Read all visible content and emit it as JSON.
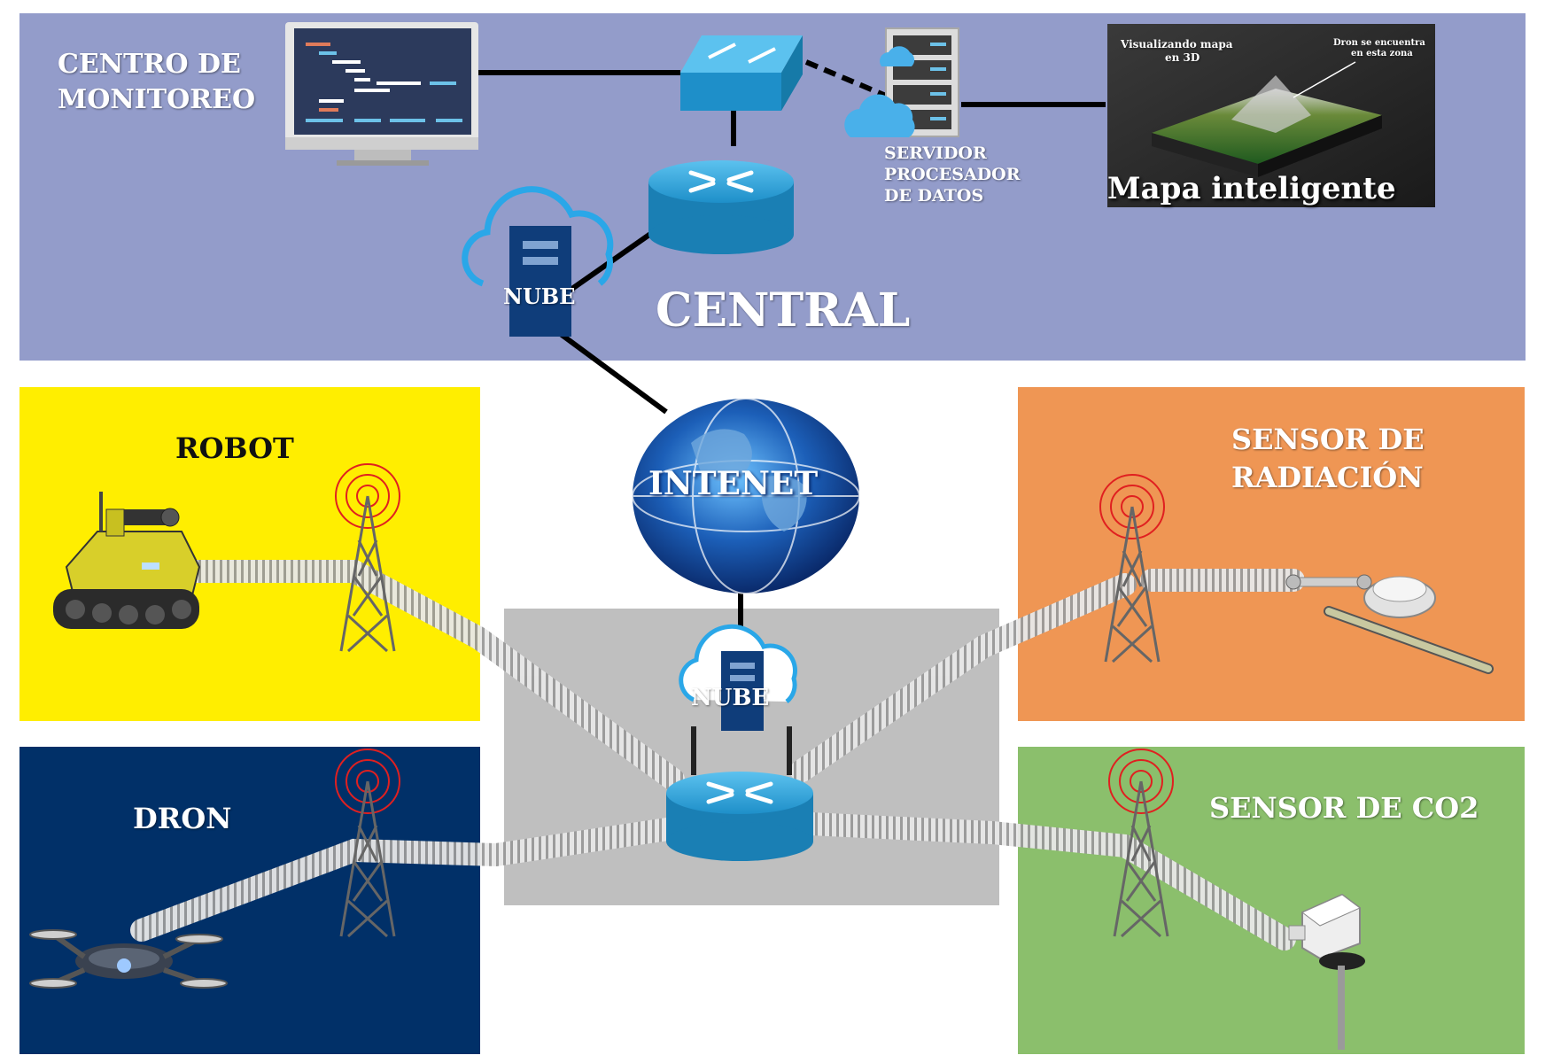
{
  "colors": {
    "central_bg": "#939cca",
    "robot_bg": "#ffee00",
    "dron_bg": "#013068",
    "radiacion_bg": "#ef9654",
    "co2_bg": "#8bbf6c",
    "hub_bg": "#bfbfbf",
    "device_blue": "#1e8fc9",
    "antenna_red": "#e02020"
  },
  "central": {
    "title": "CENTRAL",
    "monitoring_label_1": "CENTRO DE",
    "monitoring_label_2": "MONITOREO",
    "server_label_1": "SERVIDOR",
    "server_label_2": "PROCESADOR",
    "server_label_3": "DE DATOS",
    "cloud_label": "NUBE",
    "map": {
      "title": "Mapa inteligente",
      "caption_left_1": "Visualizando mapa",
      "caption_left_2": "en 3D",
      "caption_right_1": "Dron se encuentra",
      "caption_right_2": "en esta zona"
    }
  },
  "internet": {
    "label": "INTENET"
  },
  "hub": {
    "cloud_label": "NUBE"
  },
  "robot": {
    "label": "ROBOT"
  },
  "dron": {
    "label": "DRON"
  },
  "radiacion": {
    "label_1": "SENSOR DE",
    "label_2": "RADIACIÓN"
  },
  "co2": {
    "label": "SENSOR DE CO2"
  },
  "icons": [
    "monitor-icon",
    "switch-icon",
    "router-icon",
    "server-rack-icon",
    "cloud-server-icon",
    "globe-icon",
    "antenna-tower-icon",
    "robot-icon",
    "drone-icon",
    "radiation-sensor-icon",
    "co2-sensor-icon",
    "terrain-map-icon"
  ]
}
